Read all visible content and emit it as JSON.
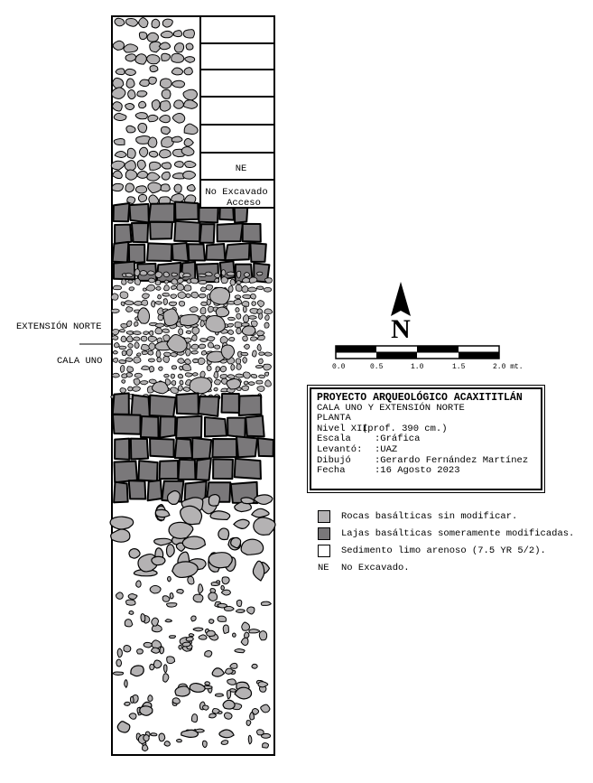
{
  "side_labels": {
    "extension": "EXTENSIÓN NORTE",
    "cala": "CALA UNO"
  },
  "right_column": {
    "ne": "NE",
    "no_excavado_line1": "No Excavado",
    "no_excavado_line2": "Acceso"
  },
  "north_arrow": {
    "letter": "N"
  },
  "scale_bar": {
    "ticks": [
      "0.0",
      "0.5",
      "1.0",
      "1.5",
      "2.0 mt."
    ]
  },
  "title_block": {
    "project": "PROYECTO ARQUEOLÓGICO ACAXITITLÁN",
    "subtitle": "CALA UNO Y EXTENSIÓN NORTE",
    "view": "PLANTA",
    "rows": [
      {
        "key": "Nivel XII",
        "value": "(prof. 390 cm.)"
      },
      {
        "key": "Escala",
        "value": ":Gráfica"
      },
      {
        "key": "Levantó:",
        "value": ":UAZ"
      },
      {
        "key": "Dibujó",
        "value": ":Gerardo Fernández Martínez"
      },
      {
        "key": "Fecha",
        "value": ":16 Agosto 2023"
      }
    ]
  },
  "legend": [
    {
      "label": "Rocas basálticas sin modificar.",
      "color": "#b4b2b3"
    },
    {
      "label": "Lajas basálticas someramente modificadas.",
      "color": "#7a787a"
    },
    {
      "label": "Sedimento limo arenoso (7.5 YR 5/2).",
      "color": "#ffffff"
    },
    {
      "symbol": "NE",
      "label": "No Excavado."
    }
  ],
  "colors": {
    "rock_light": "#b4b2b3",
    "slab_dark": "#7a787a",
    "line": "#000000"
  }
}
